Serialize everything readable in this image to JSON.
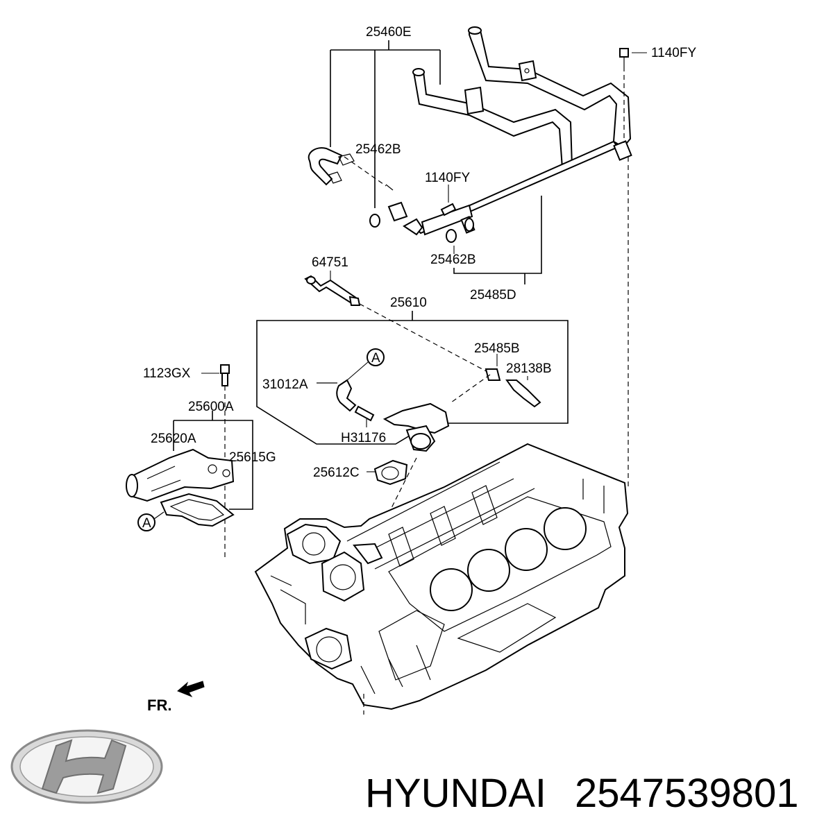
{
  "diagram": {
    "labels": {
      "l_25460E": "25460E",
      "l_1140FY_a": "1140FY",
      "l_25462B_a": "25462B",
      "l_1140FY_b": "1140FY",
      "l_25462B_b": "25462B",
      "l_25485D": "25485D",
      "l_64751": "64751",
      "l_25610": "25610",
      "l_25485B": "25485B",
      "l_28138B": "28138B",
      "l_31012A": "31012A",
      "l_H31176": "H31176",
      "l_1123GX": "1123GX",
      "l_25600A": "25600A",
      "l_25620A": "25620A",
      "l_25615G": "25615G",
      "l_25612C": "25612C",
      "l_A1": "A",
      "l_A2": "A",
      "l_FR": "FR."
    }
  },
  "footer": {
    "brand": "HYUNDAI",
    "part_number": "2547539801",
    "logo_icon": "hyundai-logo-icon"
  }
}
